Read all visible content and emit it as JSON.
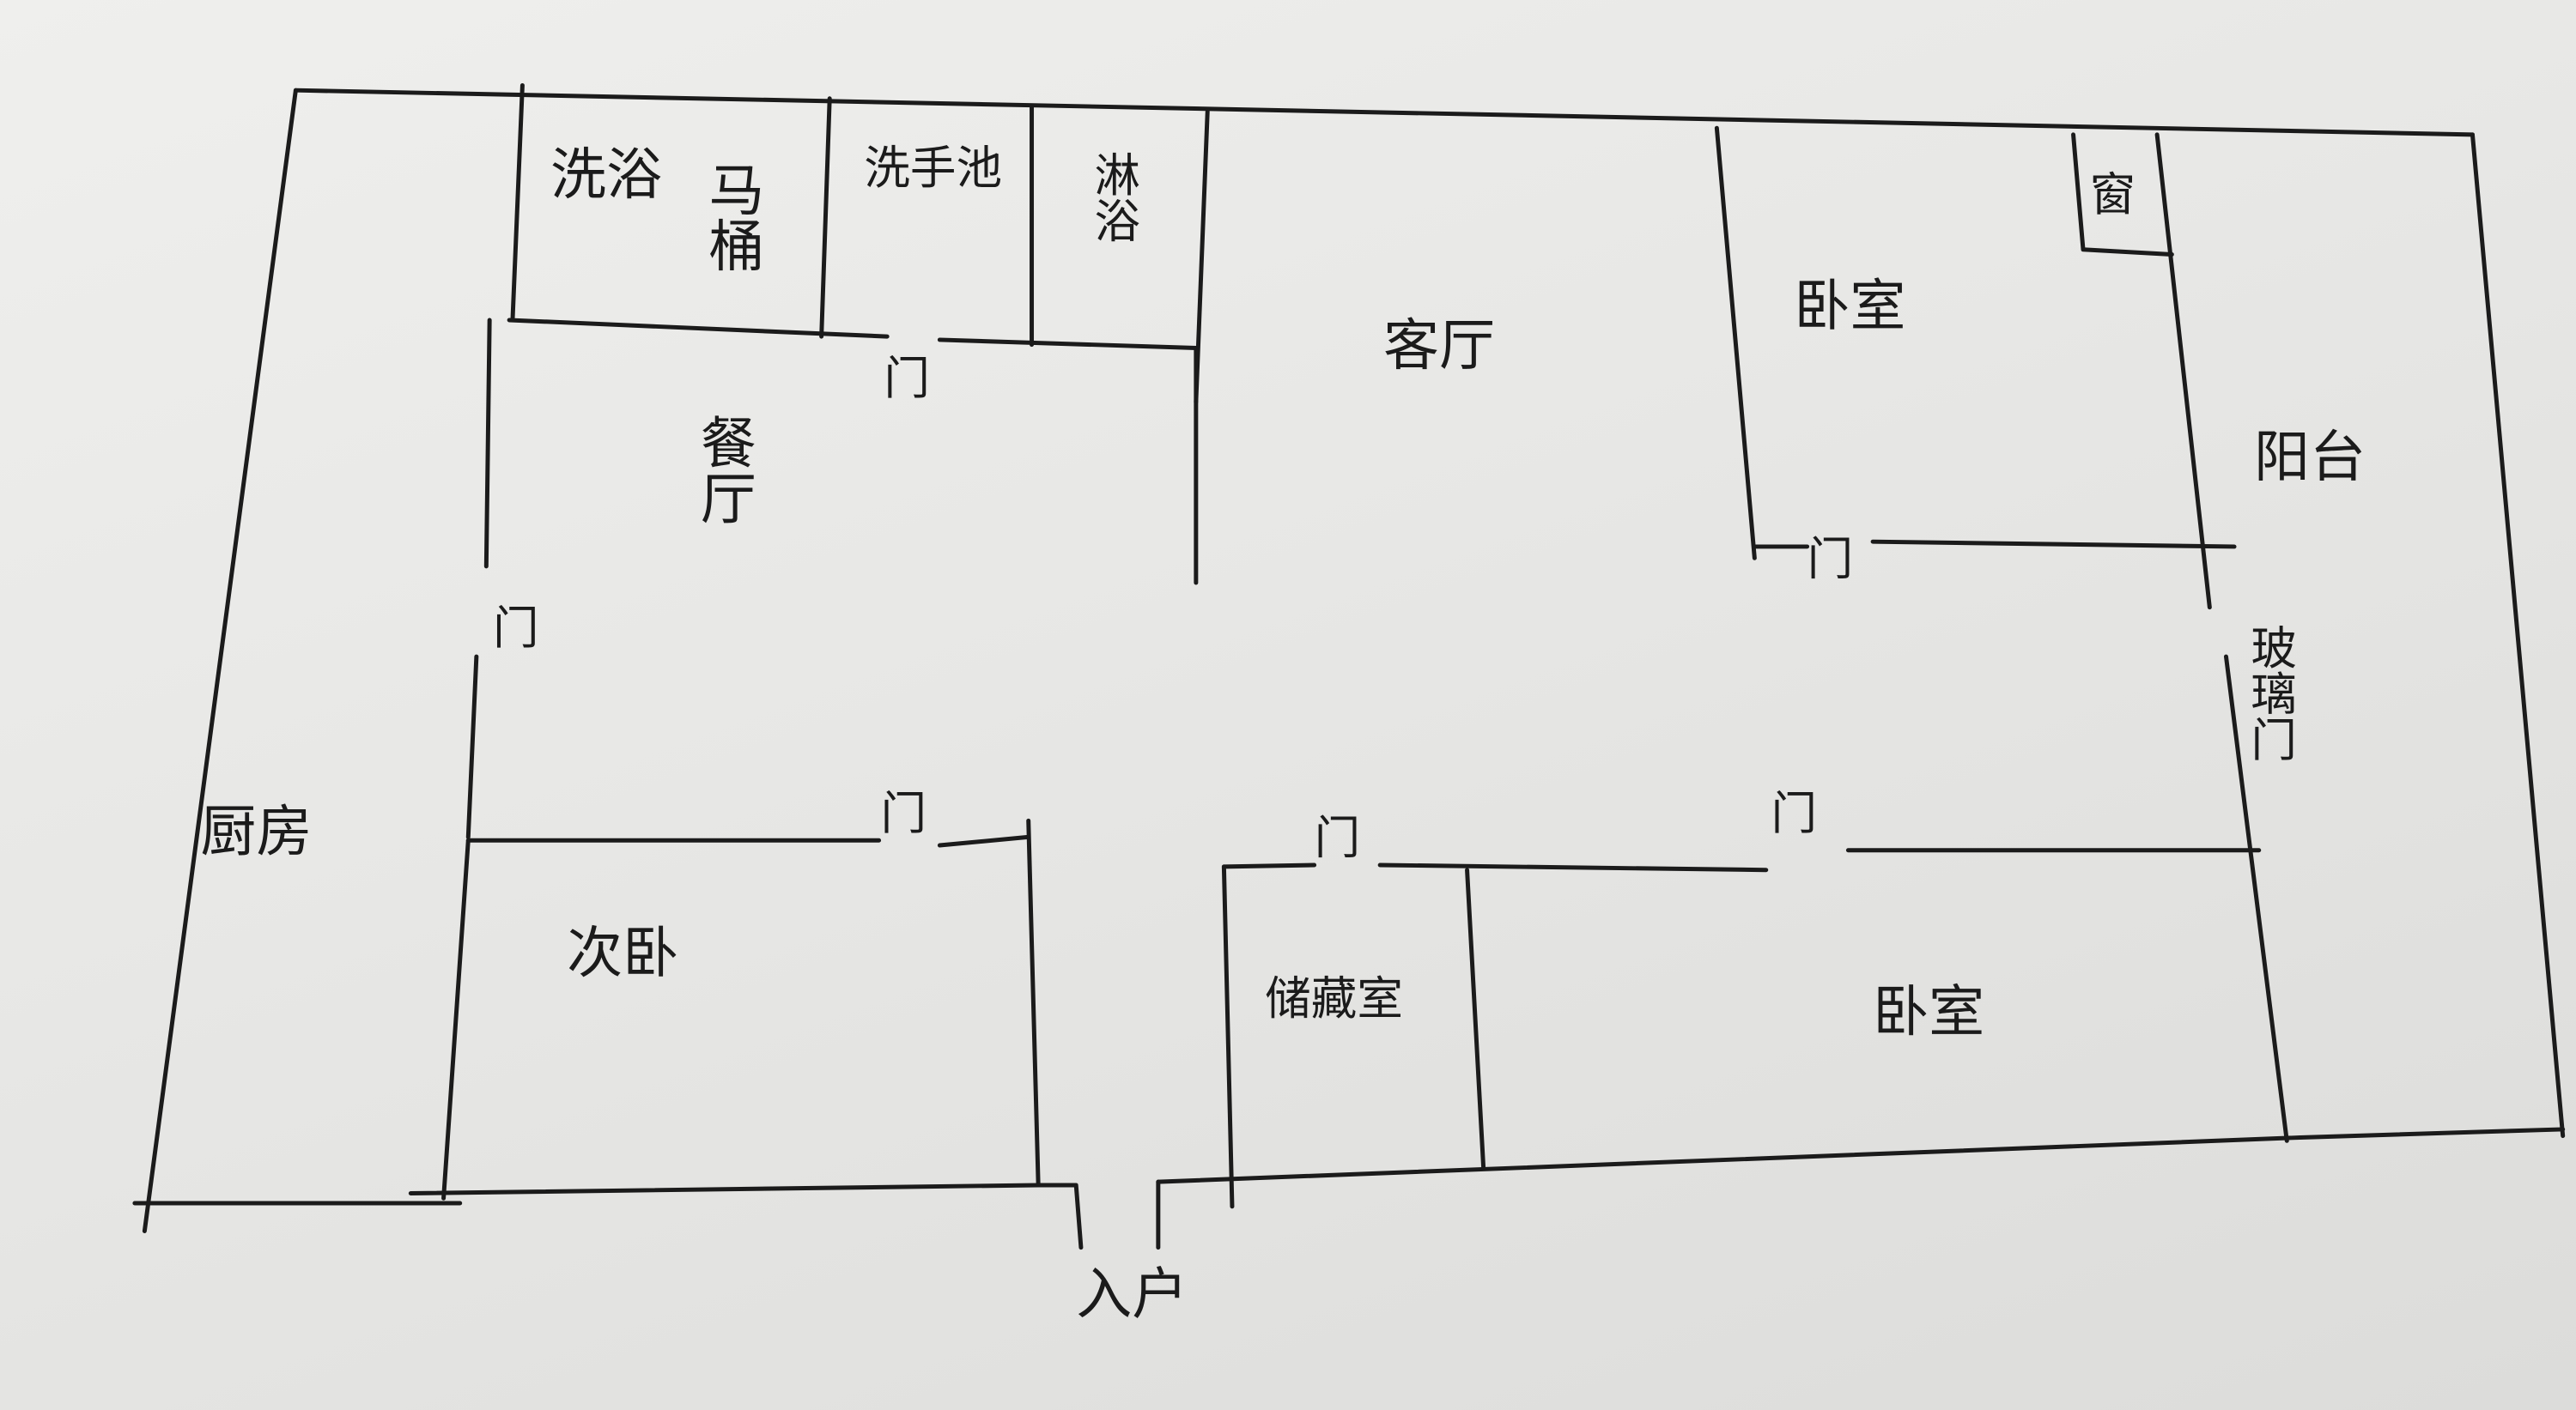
{
  "plan": {
    "rooms": {
      "bath": "洗浴",
      "toilet": "马桶",
      "sink": "洗手池",
      "shower": "淋浴",
      "living": "客厅",
      "bedroom_top": "卧室",
      "window": "窗",
      "balcony": "阳台",
      "dining": "餐厅",
      "kitchen": "厨房",
      "second_bedroom": "次卧",
      "storage": "储藏室",
      "bedroom_bottom": "卧室",
      "entrance": "入户"
    },
    "door_label": "门",
    "glass_door": "玻璃门"
  },
  "colors": {
    "ink": "#1b1b1b",
    "paper": "#e9e9e7"
  }
}
